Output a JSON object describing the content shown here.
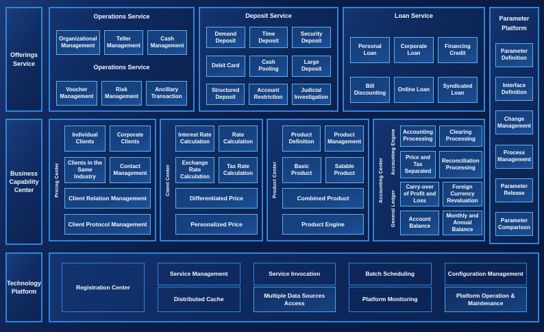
{
  "sidebars": {
    "offerings": "Offerings Service",
    "business": "Business Capability Center",
    "technology": "Technology Platform"
  },
  "offerings_row": {
    "operations": {
      "title": "Operations Service",
      "subtitle": "Operations Service",
      "row1": [
        "Organizational Management",
        "Teller Management",
        "Cash Management"
      ],
      "row2": [
        "Voucher Management",
        "Risk Management",
        "Ancillary Transaction"
      ]
    },
    "deposit": {
      "title": "Deposit Service",
      "rows": [
        [
          "Demand Deposit",
          "Time Deposit",
          "Security Deposit"
        ],
        [
          "Debit Card",
          "Cash Pooling",
          "Large Deposit"
        ],
        [
          "Structured Deposit",
          "Account Restriction",
          "Judicial Investigation"
        ]
      ]
    },
    "loan": {
      "title": "Loan Service",
      "rows": [
        [
          "Personal Loan",
          "Corporate Loan",
          "Financing Credit"
        ],
        [
          "Bill Discounting",
          "Online Loan",
          "Syndicated Loan"
        ]
      ]
    }
  },
  "parameter_platform": {
    "title": "Parameter Platform",
    "boxes": [
      "Parameter Definition",
      "Interface Definition",
      "Change Management",
      "Process Management",
      "Parameter Release",
      "Parameter Comparison"
    ]
  },
  "capability_row": {
    "pricing_center": {
      "label": "Pricing Center",
      "small_boxes": [
        "Individual Clients",
        "Corporate Clients",
        "Clients in the Same Industry",
        "Contact Management"
      ],
      "wide_boxes": [
        "Client Relation Management",
        "Client Protocol Management"
      ]
    },
    "client_center": {
      "label": "Client Center",
      "small_boxes": [
        "Interest Rate Calculation",
        "Rate Calculation",
        "Exchange Rate Calculation",
        "Tax Rate Calculation"
      ],
      "wide_boxes": [
        "Differentiated Price",
        "Personalized Price"
      ]
    },
    "product_center": {
      "label": "Product Center",
      "small_boxes": [
        "Product Definition",
        "Product Management",
        "Basic Product",
        "Salable Product"
      ],
      "wide_boxes": [
        "Combined Product",
        "Product Engine"
      ]
    },
    "accounting_center": {
      "label": "Accounting Center",
      "groups": [
        {
          "label": "Accounting Engine",
          "boxes": [
            "Accounting Processing",
            "Clearing Processing",
            "Price and Tax Separated",
            "Reconciliation Processing"
          ]
        },
        {
          "label": "General Ledger",
          "boxes": [
            "Carry-over of Profit and Loss",
            "Foreign Currency Revaluation",
            "Account Balance",
            "Monthly and Annual Balance"
          ]
        }
      ]
    }
  },
  "technology_row": {
    "registration": "Registration Center",
    "columns": [
      {
        "top": "Service Management",
        "bottom": "Distributed Cache"
      },
      {
        "top": "Service Invocation",
        "bottom": "Multiple Data Sources Access"
      },
      {
        "top": "Batch Scheduling",
        "bottom": "Platform Monitoring"
      },
      {
        "top": "Configuration Management",
        "bottom": "Platform Operation & Maintenance"
      }
    ]
  },
  "colors": {
    "background": "#0a1d49",
    "panel_border": "#2f87d9",
    "box_border": "#5db3ec",
    "box_fill": "#17427f",
    "text": "#f2f8ff"
  }
}
